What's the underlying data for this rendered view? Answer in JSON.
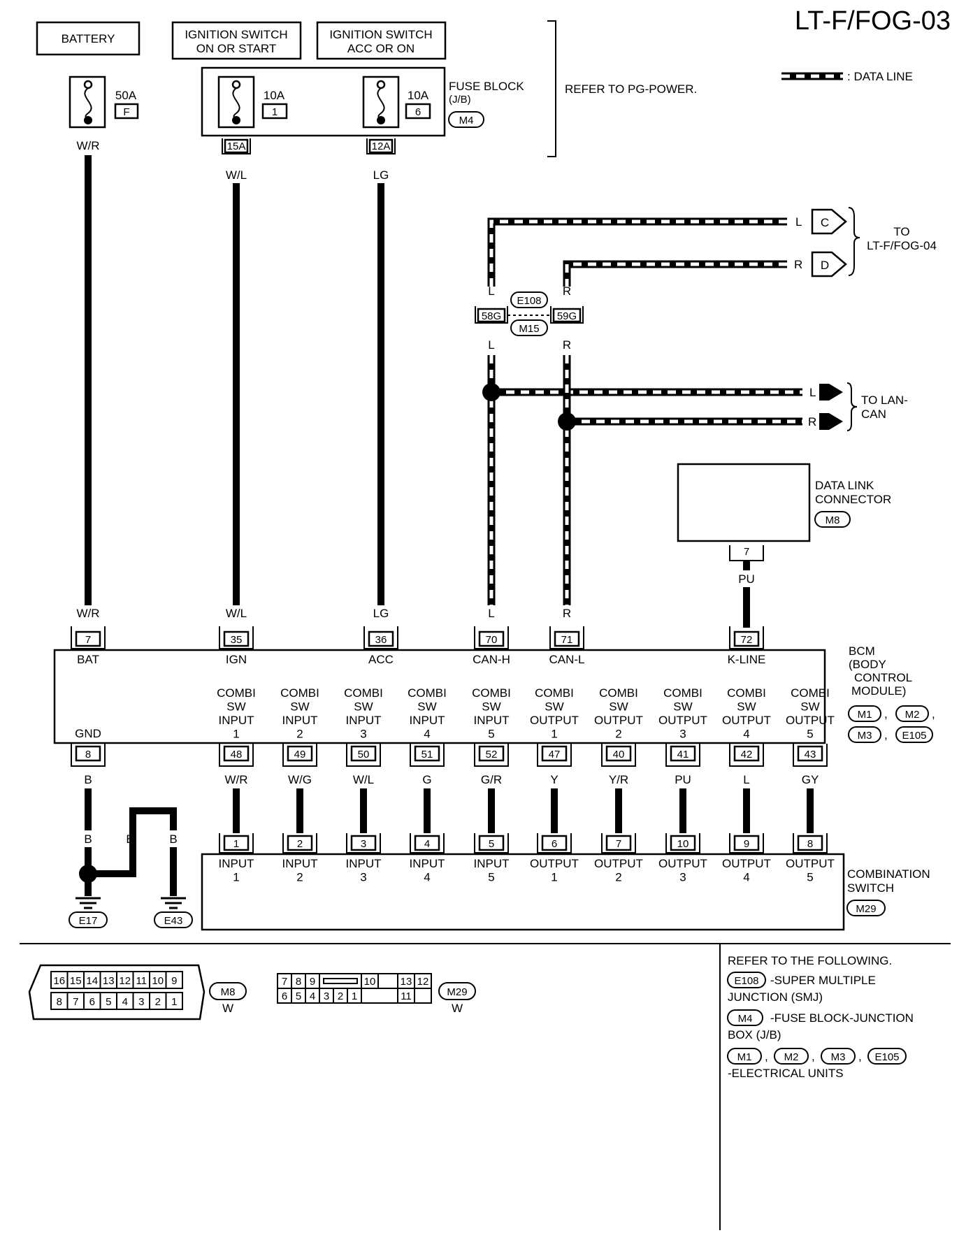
{
  "page": {
    "title": "LT-F/FOG-03",
    "legend_data_line": ": DATA LINE"
  },
  "power": {
    "battery": "BATTERY",
    "ign_switch": [
      "IGNITION SWITCH",
      "ON OR START"
    ],
    "acc_switch": [
      "IGNITION SWITCH",
      "ACC OR ON"
    ],
    "fuse_battery": {
      "amps": "50A",
      "id": "F"
    },
    "fuse_ign": {
      "amps": "10A",
      "id": "1",
      "term": "15A"
    },
    "fuse_acc": {
      "amps": "10A",
      "id": "6",
      "term": "12A"
    },
    "fuse_block_label": [
      "FUSE BLOCK",
      "(J/B)"
    ],
    "fuse_block_conn": "M4",
    "refer_pg": "REFER TO PG-POWER."
  },
  "wires": {
    "bat": "W/R",
    "ign": "W/L",
    "acc": "LG",
    "can_h": "L",
    "can_l": "R",
    "k_line": "PU",
    "gnd": "B"
  },
  "smj": {
    "conn_top": "E108",
    "conn_bottom": "M15",
    "term_l": "58G",
    "term_r": "59G"
  },
  "to_fog04": {
    "label": [
      "TO",
      "LT-F/FOG-04"
    ],
    "c": "C",
    "d": "D"
  },
  "to_lan": {
    "label": [
      "TO LAN-",
      "CAN"
    ]
  },
  "dlc": {
    "label": [
      "DATA LINK",
      "CONNECTOR"
    ],
    "conn": "M8",
    "term": "7"
  },
  "bcm": {
    "label": [
      "BCM",
      "(BODY",
      "CONTROL",
      "MODULE)"
    ],
    "conns": [
      "M1",
      "M2",
      "M3",
      "E105"
    ],
    "top_terms": [
      {
        "term": "7",
        "name": "BAT"
      },
      {
        "term": "35",
        "name": "IGN"
      },
      {
        "term": "36",
        "name": "ACC"
      },
      {
        "term": "70",
        "name": "CAN-H"
      },
      {
        "term": "71",
        "name": "CAN-L"
      },
      {
        "term": "72",
        "name": "K-LINE"
      }
    ],
    "gnd": {
      "term": "8",
      "name": "GND"
    },
    "bottom_terms": [
      {
        "term": "48",
        "name": [
          "COMBI",
          "SW",
          "INPUT",
          "1"
        ],
        "wire": "W/R"
      },
      {
        "term": "49",
        "name": [
          "COMBI",
          "SW",
          "INPUT",
          "2"
        ],
        "wire": "W/G"
      },
      {
        "term": "50",
        "name": [
          "COMBI",
          "SW",
          "INPUT",
          "3"
        ],
        "wire": "W/L"
      },
      {
        "term": "51",
        "name": [
          "COMBI",
          "SW",
          "INPUT",
          "4"
        ],
        "wire": "G"
      },
      {
        "term": "52",
        "name": [
          "COMBI",
          "SW",
          "INPUT",
          "5"
        ],
        "wire": "G/R"
      },
      {
        "term": "47",
        "name": [
          "COMBI",
          "SW",
          "OUTPUT",
          "1"
        ],
        "wire": "Y"
      },
      {
        "term": "40",
        "name": [
          "COMBI",
          "SW",
          "OUTPUT",
          "2"
        ],
        "wire": "Y/R"
      },
      {
        "term": "41",
        "name": [
          "COMBI",
          "SW",
          "OUTPUT",
          "3"
        ],
        "wire": "PU"
      },
      {
        "term": "42",
        "name": [
          "COMBI",
          "SW",
          "OUTPUT",
          "4"
        ],
        "wire": "L"
      },
      {
        "term": "43",
        "name": [
          "COMBI",
          "SW",
          "OUTPUT",
          "5"
        ],
        "wire": "GY"
      }
    ]
  },
  "combi": {
    "label": [
      "COMBINATION",
      "SWITCH"
    ],
    "conn": "M29",
    "terms": [
      {
        "term": "1",
        "name": [
          "INPUT",
          "1"
        ]
      },
      {
        "term": "2",
        "name": [
          "INPUT",
          "2"
        ]
      },
      {
        "term": "3",
        "name": [
          "INPUT",
          "3"
        ]
      },
      {
        "term": "4",
        "name": [
          "INPUT",
          "4"
        ]
      },
      {
        "term": "5",
        "name": [
          "INPUT",
          "5"
        ]
      },
      {
        "term": "6",
        "name": [
          "OUTPUT",
          "1"
        ]
      },
      {
        "term": "7",
        "name": [
          "OUTPUT",
          "2"
        ]
      },
      {
        "term": "10",
        "name": [
          "OUTPUT",
          "3"
        ]
      },
      {
        "term": "9",
        "name": [
          "OUTPUT",
          "4"
        ]
      },
      {
        "term": "8",
        "name": [
          "OUTPUT",
          "5"
        ]
      }
    ]
  },
  "grounds": {
    "wire_labels": [
      "B",
      "B",
      "B"
    ],
    "g1": "E17",
    "g2": "E43"
  },
  "connectors": {
    "m8": {
      "id": "M8",
      "color": "W",
      "top": [
        "16",
        "15",
        "14",
        "13",
        "12",
        "11",
        "10",
        "9"
      ],
      "bottom": [
        "8",
        "7",
        "6",
        "5",
        "4",
        "3",
        "2",
        "1"
      ]
    },
    "m29": {
      "id": "M29",
      "color": "W",
      "top": [
        "7",
        "8",
        "9",
        "",
        "10",
        "",
        "13",
        "12"
      ],
      "bottom": [
        "6",
        "5",
        "4",
        "3",
        "2",
        "1",
        "",
        "11",
        ""
      ]
    }
  },
  "refer": {
    "title": "REFER TO THE FOLLOWING.",
    "smj_conn": "E108",
    "smj_text": [
      "-SUPER MULTIPLE",
      "JUNCTION (SMJ)"
    ],
    "fb_conn": "M4",
    "fb_text": [
      "-FUSE BLOCK-JUNCTION",
      "BOX (J/B)"
    ],
    "eu_conns": [
      "M1",
      "M2",
      "M3",
      "E105"
    ],
    "eu_text": "-ELECTRICAL UNITS"
  }
}
